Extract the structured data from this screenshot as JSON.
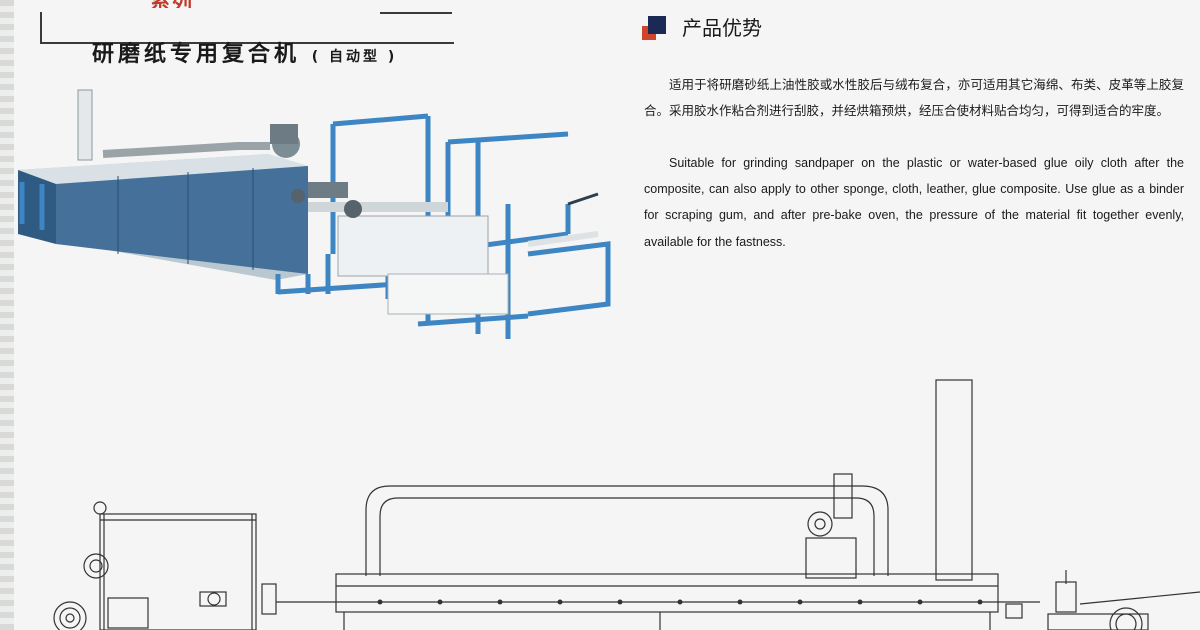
{
  "header": {
    "series_tag": "系列",
    "product_title": "研磨纸专用复合机",
    "product_subtitle": "( 自动型 )"
  },
  "advantages": {
    "title": "产品优势",
    "chinese": "适用于将研磨砂纸上油性胶或水性胶后与绒布复合，亦可适用其它海绵、布类、皮革等上胶复合。采用胶水作粘合剂进行刮胶，并经烘箱预烘，经压合使材料贴合均匀，可得到适合的牢度。",
    "english": "Suitable for grinding sandpaper on the plastic or water-based glue oily cloth after the composite, can also apply to other sponge, cloth, leather, glue composite. Use glue as a binder for scraping gum, and after pre-bake oven, the pressure of the material fit together evenly, available for the fastness."
  },
  "colors": {
    "accent_red": "#d0462b",
    "accent_blue": "#1b2a55",
    "machine_blue": "#3d86c3"
  }
}
